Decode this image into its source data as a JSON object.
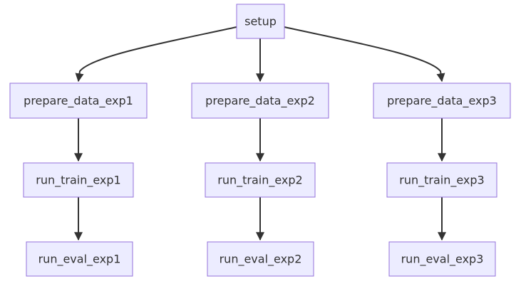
{
  "diagram": {
    "type": "flowchart",
    "colors": {
      "node_fill": "#ececff",
      "node_stroke": "#9370db",
      "edge": "#333333",
      "text": "#333333"
    },
    "nodes": {
      "setup": "setup",
      "prepare_data_exp1": "prepare_data_exp1",
      "prepare_data_exp2": "prepare_data_exp2",
      "prepare_data_exp3": "prepare_data_exp3",
      "run_train_exp1": "run_train_exp1",
      "run_train_exp2": "run_train_exp2",
      "run_train_exp3": "run_train_exp3",
      "run_eval_exp1": "run_eval_exp1",
      "run_eval_exp2": "run_eval_exp2",
      "run_eval_exp3": "run_eval_exp3"
    },
    "edges": [
      {
        "from": "setup",
        "to": "prepare_data_exp1"
      },
      {
        "from": "setup",
        "to": "prepare_data_exp2"
      },
      {
        "from": "setup",
        "to": "prepare_data_exp3"
      },
      {
        "from": "prepare_data_exp1",
        "to": "run_train_exp1"
      },
      {
        "from": "prepare_data_exp2",
        "to": "run_train_exp2"
      },
      {
        "from": "prepare_data_exp3",
        "to": "run_train_exp3"
      },
      {
        "from": "run_train_exp1",
        "to": "run_eval_exp1"
      },
      {
        "from": "run_train_exp2",
        "to": "run_eval_exp2"
      },
      {
        "from": "run_train_exp3",
        "to": "run_eval_exp3"
      }
    ]
  }
}
